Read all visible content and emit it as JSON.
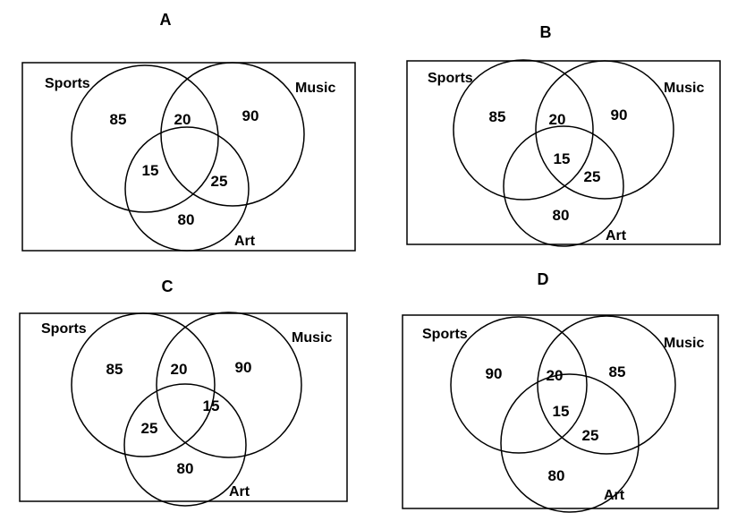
{
  "diagrams": [
    {
      "title": "A",
      "labels": {
        "sports": "Sports",
        "music": "Music",
        "art": "Art"
      },
      "values": {
        "sports_only": "85",
        "sports_music": "20",
        "music_only": "90",
        "sports_art": "15",
        "music_art": "25",
        "art_only": "80"
      }
    },
    {
      "title": "B",
      "labels": {
        "sports": "Sports",
        "music": "Music",
        "art": "Art"
      },
      "values": {
        "sports_only": "85",
        "sports_music": "20",
        "music_only": "90",
        "all_three": "15",
        "music_art": "25",
        "art_only": "80"
      }
    },
    {
      "title": "C",
      "labels": {
        "sports": "Sports",
        "music": "Music",
        "art": "Art"
      },
      "values": {
        "sports_only": "85",
        "sports_music": "20",
        "music_only": "90",
        "all_three": "15",
        "sports_art": "25",
        "art_only": "80"
      }
    },
    {
      "title": "D",
      "labels": {
        "sports": "Sports",
        "music": "Music",
        "art": "Art"
      },
      "values": {
        "sports_only": "90",
        "sports_music": "20",
        "music_only": "85",
        "all_three": "15",
        "music_art": "25",
        "art_only": "80"
      }
    }
  ]
}
